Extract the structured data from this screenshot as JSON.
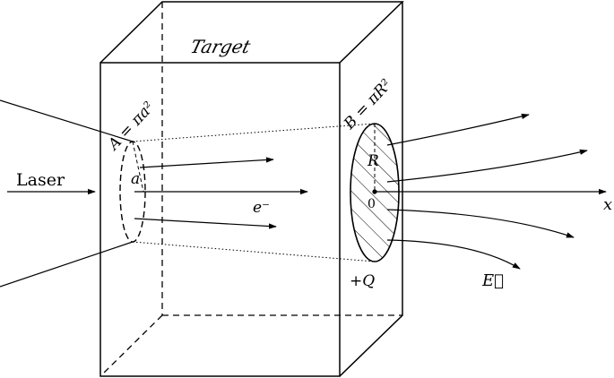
{
  "labels": {
    "target": "Target",
    "laser": "Laser",
    "area_a": "A = πa²",
    "area_b": "B = πR²",
    "radius_small": "a",
    "radius_large": "R",
    "origin": "0",
    "electron": "e⁻",
    "charge": "+Q",
    "field": "E⃗",
    "axis_x": "x"
  }
}
